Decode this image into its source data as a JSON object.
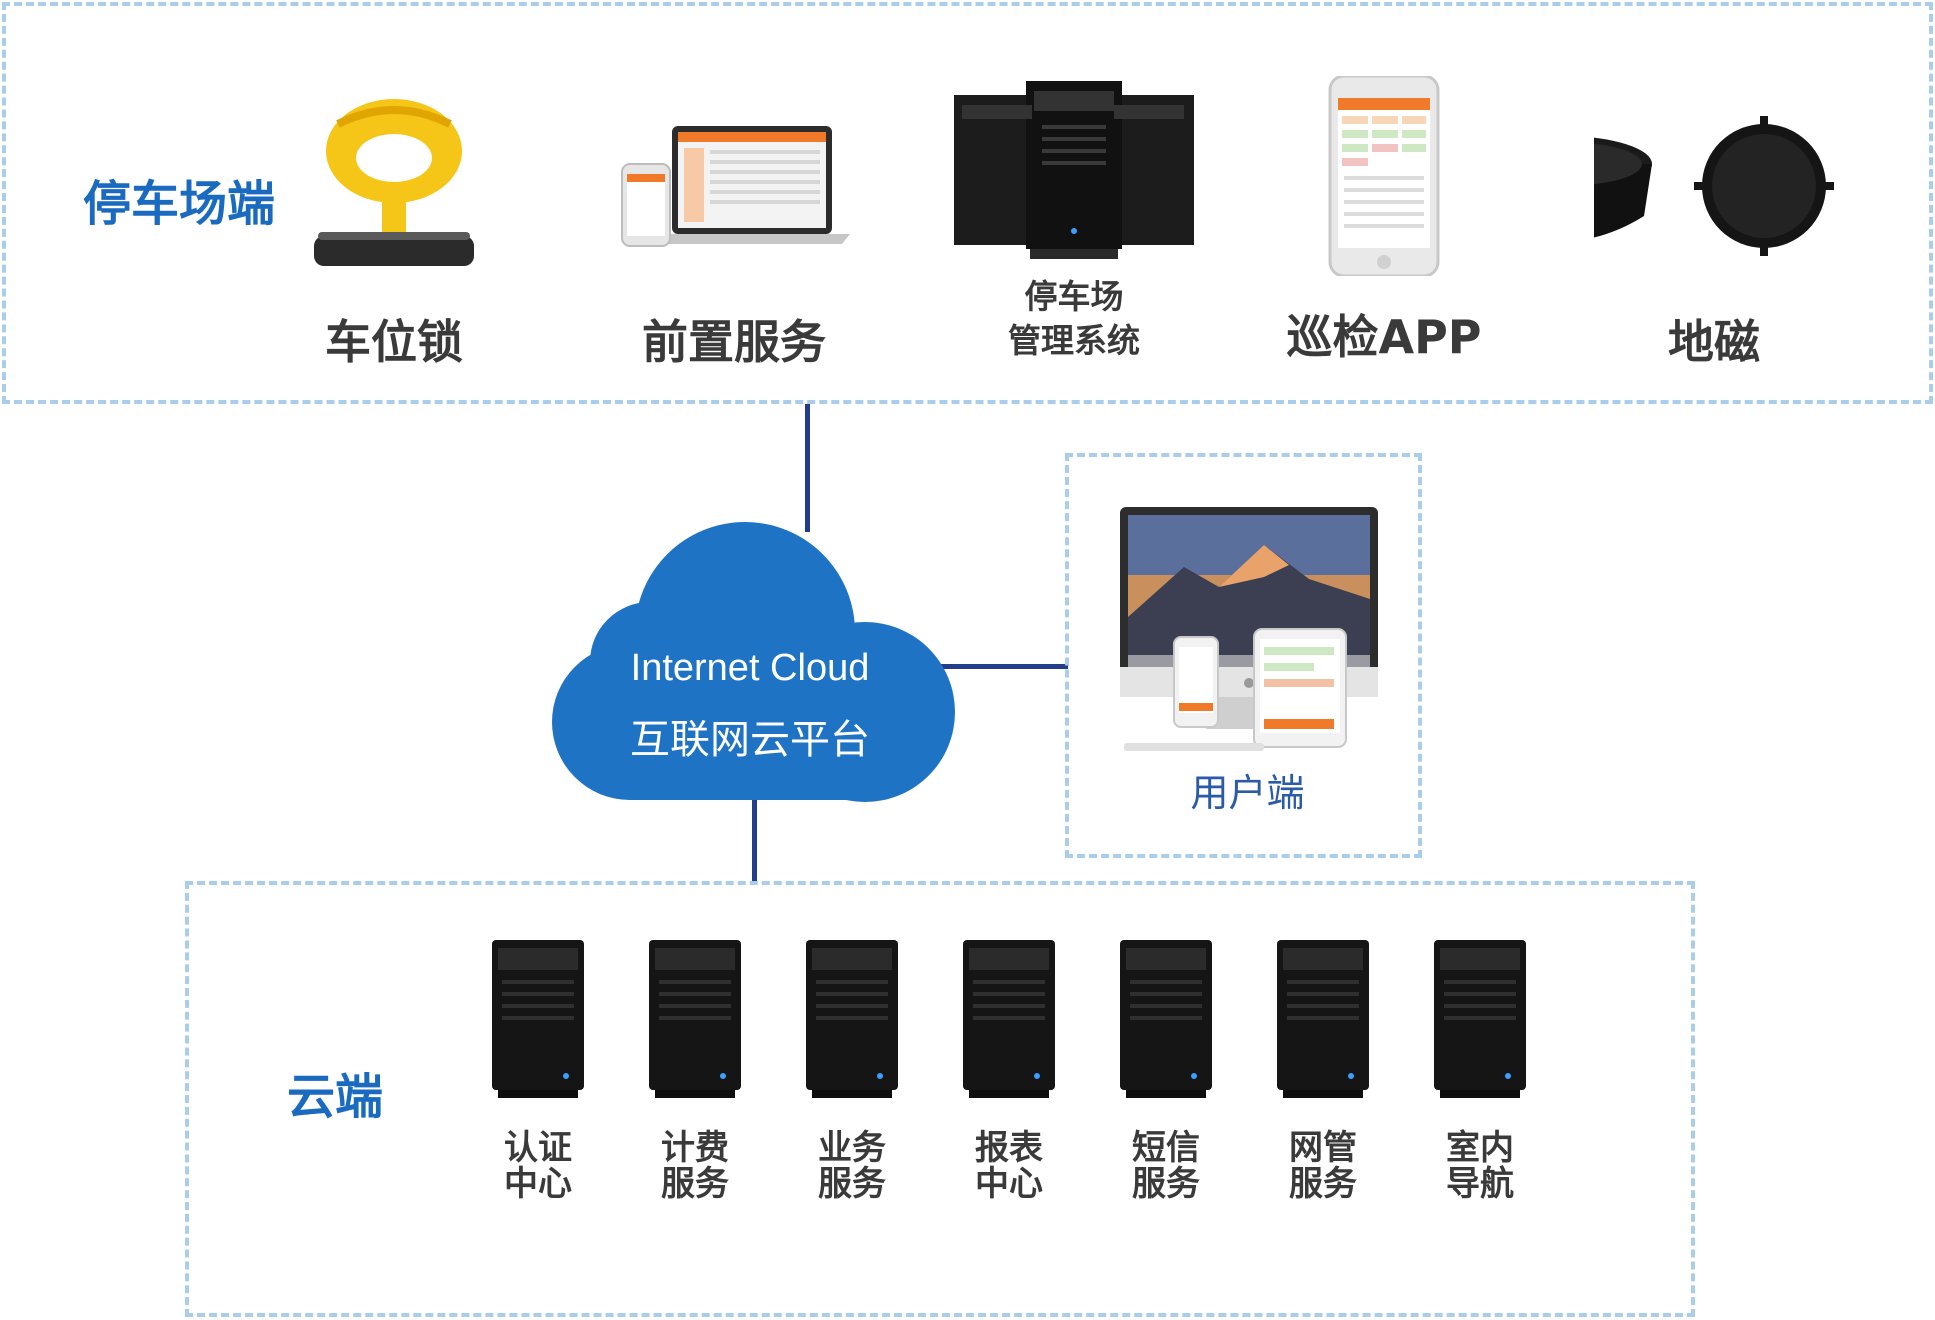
{
  "parking_zone": {
    "title": "停车场端",
    "devices": [
      {
        "label": "车位锁",
        "icon": "parking-lock-icon"
      },
      {
        "label": "前置服务",
        "icon": "front-service-laptop-icon"
      },
      {
        "label_line1": "停车场",
        "label_line2": "管理系统",
        "icon": "server-cluster-icon"
      },
      {
        "label": "巡检APP",
        "icon": "mobile-app-icon"
      },
      {
        "label": "地磁",
        "icon": "geomagnetic-sensor-icon"
      }
    ]
  },
  "cloud_center": {
    "text_en": "Internet Cloud",
    "text_cn": "互联网云平台",
    "color": "#1f73c4"
  },
  "user_zone": {
    "label": "用户端",
    "icon": "desktop-computer-icon"
  },
  "cloud_zone": {
    "title": "云端",
    "servers": [
      {
        "label": "认证中心"
      },
      {
        "label": "计费服务"
      },
      {
        "label": "业务服务"
      },
      {
        "label": "报表中心"
      },
      {
        "label": "短信服务"
      },
      {
        "label": "网管服务"
      },
      {
        "label": "室内导航"
      }
    ]
  },
  "colors": {
    "border": "#a9cdea",
    "title": "#1a6bc0",
    "connector": "#233d8e"
  }
}
